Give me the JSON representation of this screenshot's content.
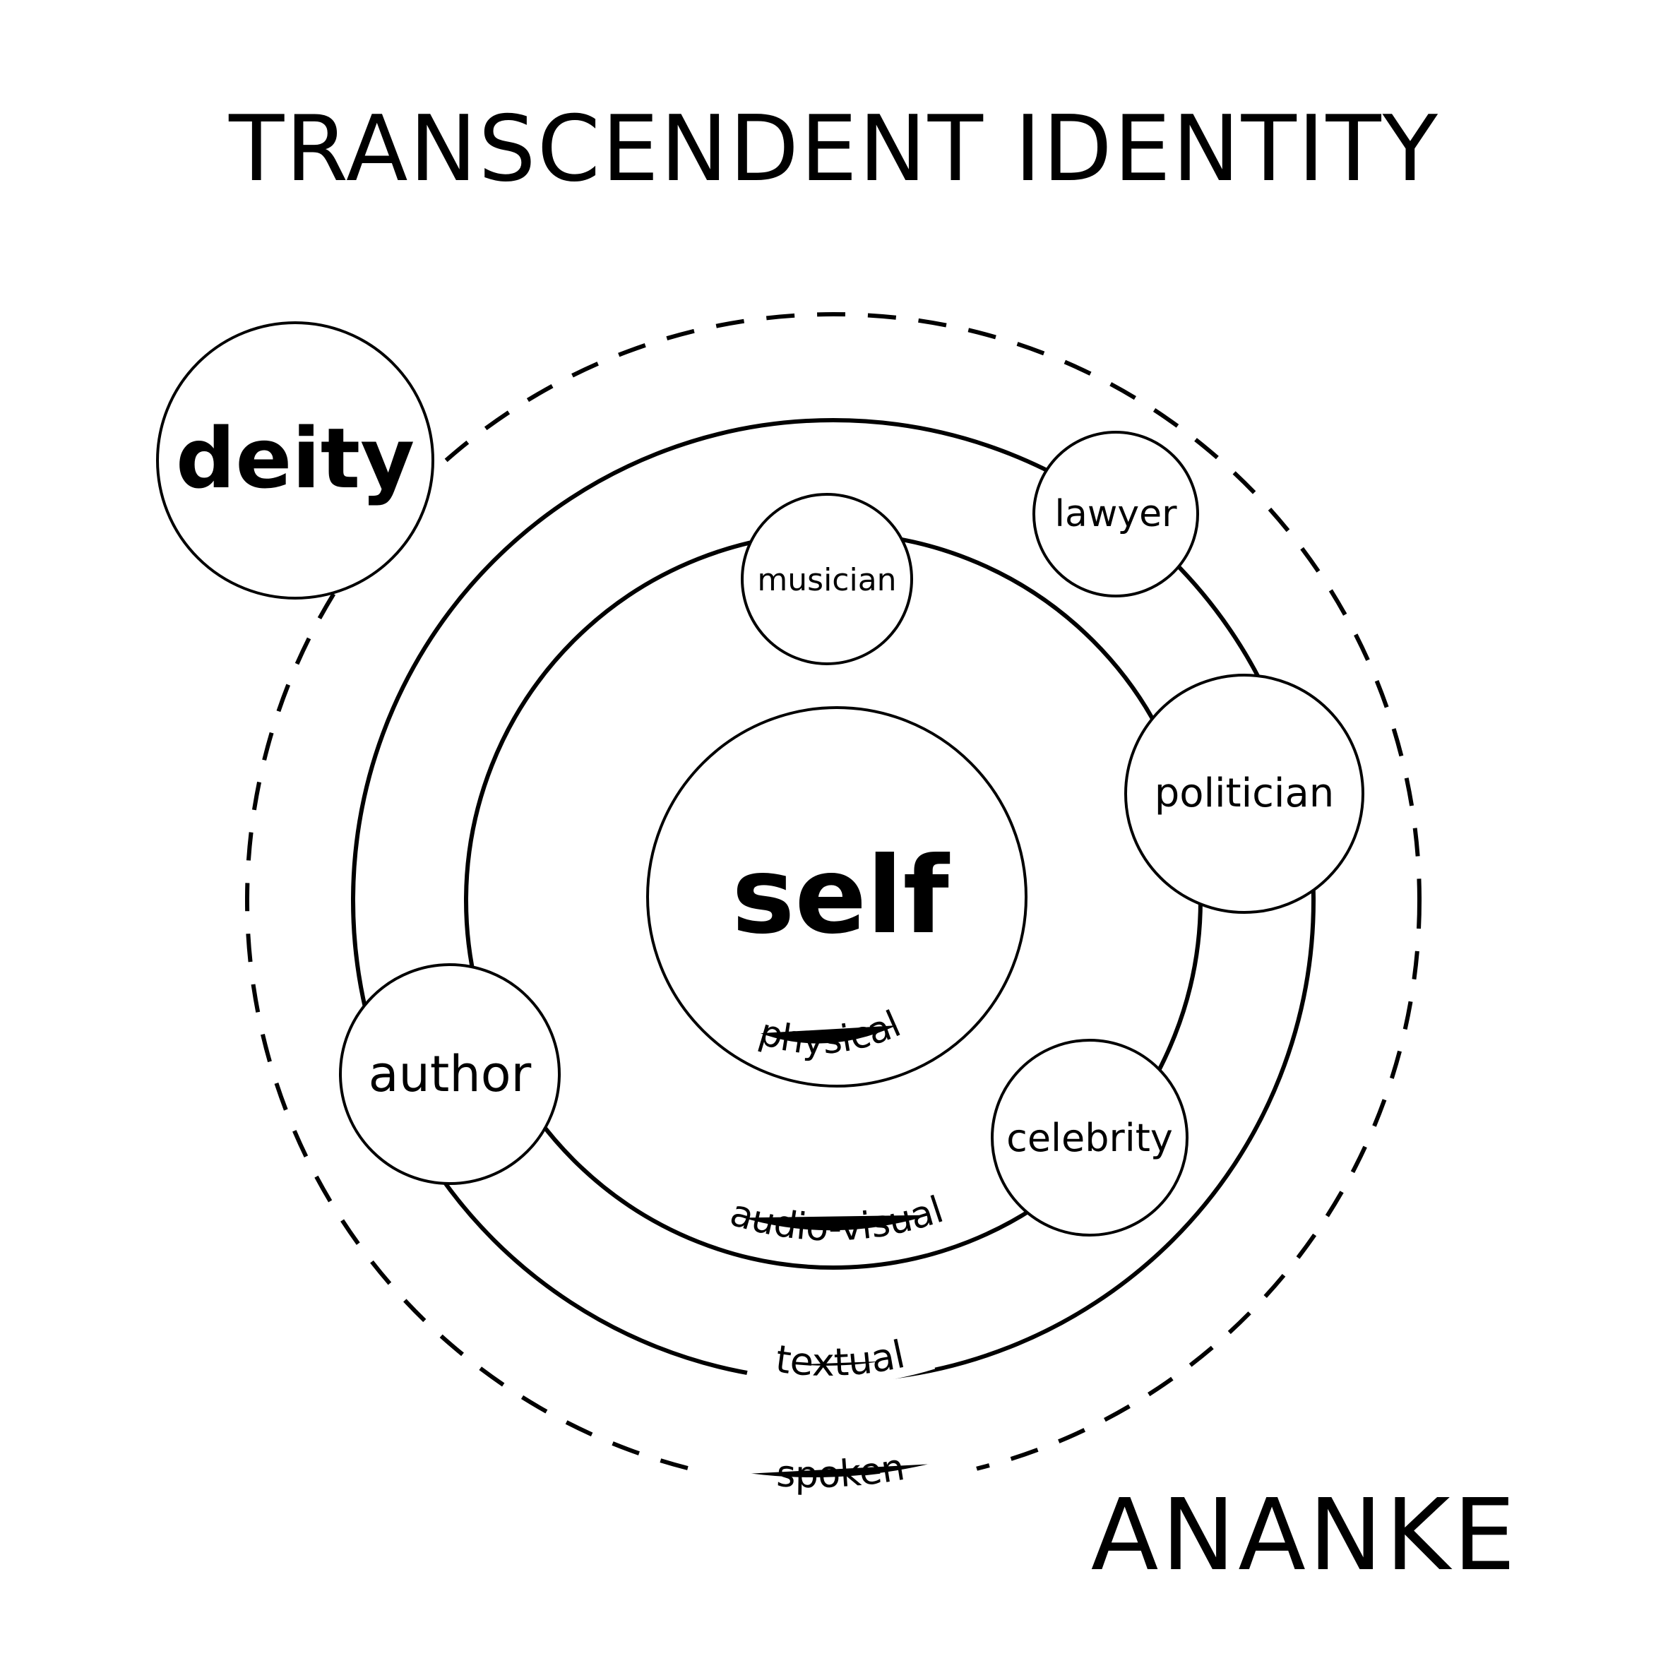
{
  "title": "TRANSCENDENT IDENTITY",
  "brand": "ANANKE",
  "rings": {
    "spoken": "spoken",
    "textual": "textual",
    "audio_visual": "audio-visual",
    "physical": "physical"
  },
  "nodes": {
    "self": "self",
    "deity": "deity",
    "lawyer": "lawyer",
    "musician": "musician",
    "politician": "politician",
    "author": "author",
    "celebrity": "celebrity"
  },
  "colors": {
    "stroke": "#000000",
    "background": "#ffffff"
  }
}
